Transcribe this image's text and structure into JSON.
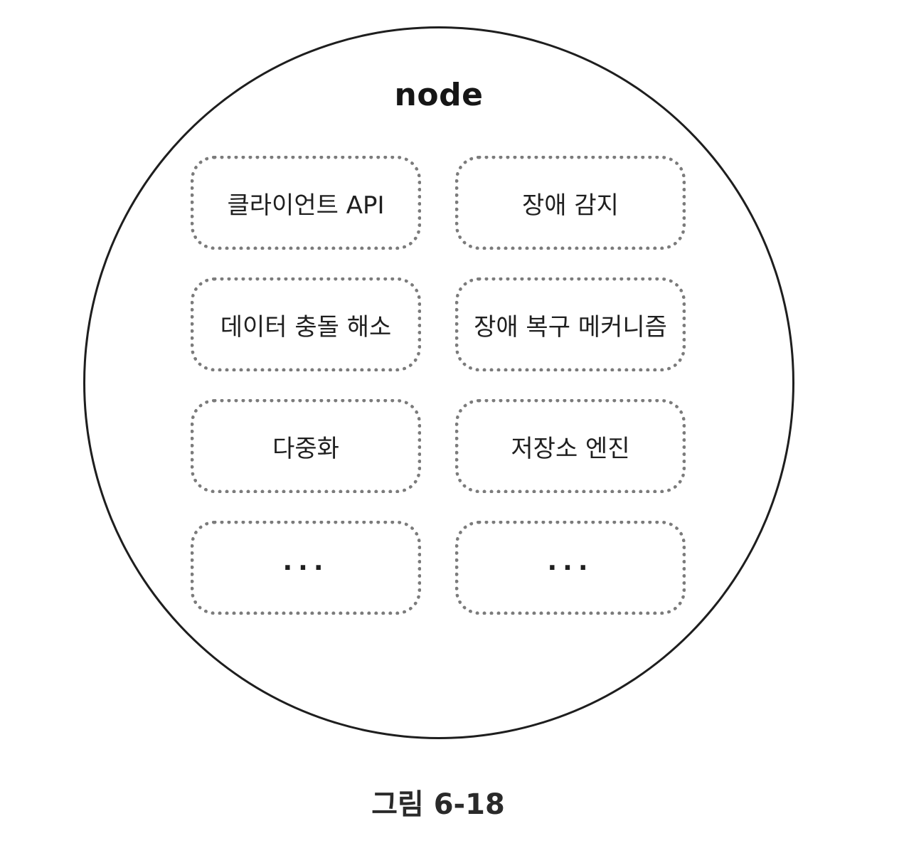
{
  "diagram": {
    "node_label": "node",
    "modules": [
      {
        "label": "클라이언트 API"
      },
      {
        "label": "장애 감지"
      },
      {
        "label": "데이터 충돌 해소"
      },
      {
        "label": "장애 복구 메커니즘"
      },
      {
        "label": "다중화"
      },
      {
        "label": "저장소 엔진"
      },
      {
        "label": "···"
      },
      {
        "label": "···"
      }
    ]
  },
  "caption": "그림 6-18"
}
